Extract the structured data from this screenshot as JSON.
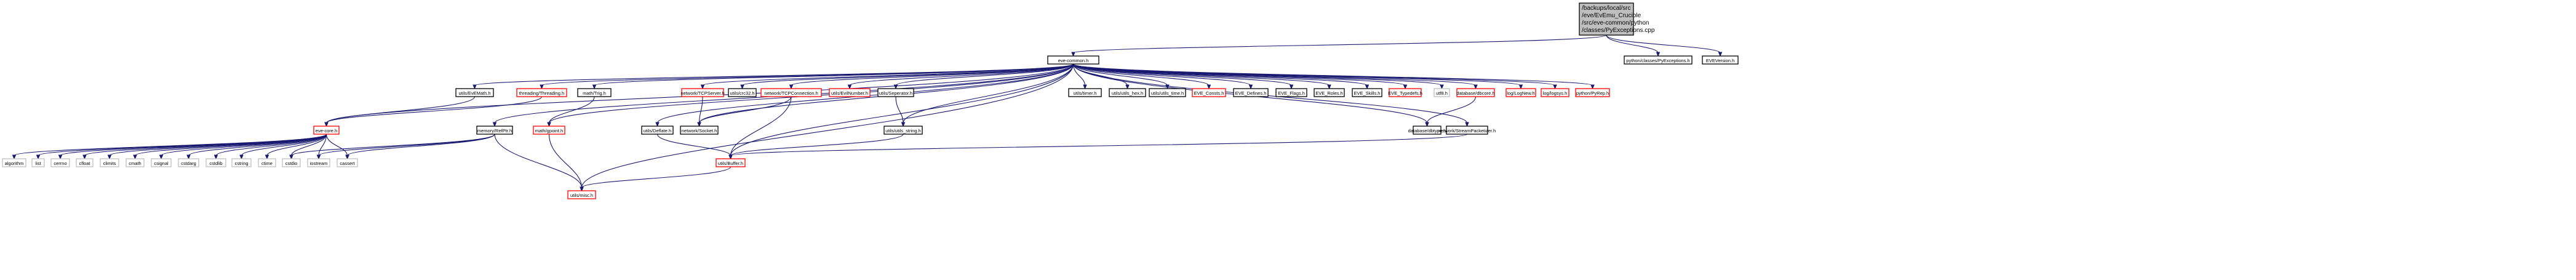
{
  "title": "Include dependency graph for PyExceptions.cpp",
  "colors": {
    "edge": "#191970",
    "root_fill": "#bfbfbf",
    "documented_border": "#000000",
    "incomplete_border": "#ff0000",
    "external_border": "#bfbfbf"
  },
  "nodes": [
    {
      "id": "root",
      "label": [
        "/backups/local/src",
        "/eve/EvEmu_Crucible",
        "/src/eve-common/python",
        "/classes/PyExceptions.cpp"
      ],
      "kind": "root"
    },
    {
      "id": "eve_common",
      "label": [
        "eve-common.h"
      ],
      "kind": "documented"
    },
    {
      "id": "pyexc_h",
      "label": [
        "python/classes/PyExceptions.h"
      ],
      "kind": "documented"
    },
    {
      "id": "eveversion",
      "label": [
        "EVEVersion.h"
      ],
      "kind": "documented"
    },
    {
      "id": "evemath",
      "label": [
        "utils/EvEMath.h"
      ],
      "kind": "documented"
    },
    {
      "id": "threading",
      "label": [
        "threading/Threading.h"
      ],
      "kind": "incomplete"
    },
    {
      "id": "trig",
      "label": [
        "math/Trig.h"
      ],
      "kind": "documented"
    },
    {
      "id": "tcpserver",
      "label": [
        "network/TCPServer.h"
      ],
      "kind": "incomplete"
    },
    {
      "id": "crc32",
      "label": [
        "utils/crc32.h"
      ],
      "kind": "documented"
    },
    {
      "id": "tcpconn",
      "label": [
        "network/TCPConnection.h"
      ],
      "kind": "incomplete"
    },
    {
      "id": "evilnumber",
      "label": [
        "utils/EvilNumber.h"
      ],
      "kind": "incomplete"
    },
    {
      "id": "seperator",
      "label": [
        "utils/Seperator.h"
      ],
      "kind": "documented"
    },
    {
      "id": "timer",
      "label": [
        "utils/timer.h"
      ],
      "kind": "documented"
    },
    {
      "id": "utils_hex",
      "label": [
        "utils/utils_hex.h"
      ],
      "kind": "documented"
    },
    {
      "id": "utils_time",
      "label": [
        "utils/utils_time.h"
      ],
      "kind": "documented"
    },
    {
      "id": "eve_consts",
      "label": [
        "EVE_Consts.h"
      ],
      "kind": "incomplete"
    },
    {
      "id": "eve_defines",
      "label": [
        "EVE_Defines.h"
      ],
      "kind": "documented"
    },
    {
      "id": "eve_flags",
      "label": [
        "EVE_Flags.h"
      ],
      "kind": "documented"
    },
    {
      "id": "eve_roles",
      "label": [
        "EVE_Roles.h"
      ],
      "kind": "documented"
    },
    {
      "id": "eve_skills",
      "label": [
        "EVE_Skills.h"
      ],
      "kind": "documented"
    },
    {
      "id": "eve_typedefs",
      "label": [
        "EVE_Typedefs.h"
      ],
      "kind": "incomplete"
    },
    {
      "id": "utf8",
      "label": [
        "utf8.h"
      ],
      "kind": "external"
    },
    {
      "id": "dbcore",
      "label": [
        "database/dbcore.h"
      ],
      "kind": "incomplete"
    },
    {
      "id": "lognew",
      "label": [
        "log/LogNew.h"
      ],
      "kind": "incomplete"
    },
    {
      "id": "logsys",
      "label": [
        "log/logsys.h"
      ],
      "kind": "incomplete"
    },
    {
      "id": "pyrep",
      "label": [
        "python/PyRep.h"
      ],
      "kind": "incomplete"
    },
    {
      "id": "eve_core",
      "label": [
        "eve-core.h"
      ],
      "kind": "incomplete"
    },
    {
      "id": "refptr",
      "label": [
        "memory/RefPtr.h"
      ],
      "kind": "documented"
    },
    {
      "id": "gpoint",
      "label": [
        "math/gpoint.h"
      ],
      "kind": "incomplete"
    },
    {
      "id": "deflate",
      "label": [
        "utils/Deflate.h"
      ],
      "kind": "documented"
    },
    {
      "id": "socket",
      "label": [
        "network/Socket.h"
      ],
      "kind": "documented"
    },
    {
      "id": "utils_string",
      "label": [
        "utils/utils_string.h"
      ],
      "kind": "documented"
    },
    {
      "id": "dbtype",
      "label": [
        "database/dbtype.h"
      ],
      "kind": "documented"
    },
    {
      "id": "streampkt",
      "label": [
        "network/StreamPacketizer.h"
      ],
      "kind": "documented"
    },
    {
      "id": "algorithm",
      "label": [
        "algorithm"
      ],
      "kind": "external"
    },
    {
      "id": "list",
      "label": [
        "list"
      ],
      "kind": "external"
    },
    {
      "id": "cerrno",
      "label": [
        "cerrno"
      ],
      "kind": "external"
    },
    {
      "id": "cfloat",
      "label": [
        "cfloat"
      ],
      "kind": "external"
    },
    {
      "id": "climits",
      "label": [
        "climits"
      ],
      "kind": "external"
    },
    {
      "id": "cmath",
      "label": [
        "cmath"
      ],
      "kind": "external"
    },
    {
      "id": "csignal",
      "label": [
        "csignal"
      ],
      "kind": "external"
    },
    {
      "id": "cstdarg",
      "label": [
        "cstdarg"
      ],
      "kind": "external"
    },
    {
      "id": "cstdlib",
      "label": [
        "cstdlib"
      ],
      "kind": "external"
    },
    {
      "id": "cstring",
      "label": [
        "cstring"
      ],
      "kind": "external"
    },
    {
      "id": "ctime",
      "label": [
        "ctime"
      ],
      "kind": "external"
    },
    {
      "id": "cstdio",
      "label": [
        "cstdio"
      ],
      "kind": "external"
    },
    {
      "id": "iostream",
      "label": [
        "iostream"
      ],
      "kind": "external"
    },
    {
      "id": "cassert",
      "label": [
        "cassert"
      ],
      "kind": "external"
    },
    {
      "id": "buffer",
      "label": [
        "utils/Buffer.h"
      ],
      "kind": "incomplete"
    },
    {
      "id": "misc",
      "label": [
        "utils/misc.h"
      ],
      "kind": "incomplete"
    }
  ],
  "edges": [
    [
      "root",
      "eve_common"
    ],
    [
      "root",
      "pyexc_h"
    ],
    [
      "root",
      "eveversion"
    ],
    [
      "eve_common",
      "eve_core"
    ],
    [
      "eve_common",
      "evemath"
    ],
    [
      "eve_common",
      "threading"
    ],
    [
      "eve_common",
      "refptr"
    ],
    [
      "eve_common",
      "trig"
    ],
    [
      "eve_common",
      "gpoint"
    ],
    [
      "eve_common",
      "misc"
    ],
    [
      "eve_common",
      "deflate"
    ],
    [
      "eve_common",
      "buffer"
    ],
    [
      "eve_common",
      "tcpserver"
    ],
    [
      "eve_common",
      "socket"
    ],
    [
      "eve_common",
      "crc32"
    ],
    [
      "eve_common",
      "tcpconn"
    ],
    [
      "eve_common",
      "evilnumber"
    ],
    [
      "eve_common",
      "seperator"
    ],
    [
      "eve_common",
      "utils_string"
    ],
    [
      "eve_common",
      "timer"
    ],
    [
      "eve_common",
      "utils_hex"
    ],
    [
      "eve_common",
      "utils_time"
    ],
    [
      "eve_common",
      "eve_consts"
    ],
    [
      "eve_common",
      "eve_defines"
    ],
    [
      "eve_common",
      "eve_flags"
    ],
    [
      "eve_common",
      "eve_roles"
    ],
    [
      "eve_common",
      "eve_skills"
    ],
    [
      "eve_common",
      "eve_typedefs"
    ],
    [
      "eve_common",
      "utf8"
    ],
    [
      "eve_common",
      "dbtype"
    ],
    [
      "eve_common",
      "dbcore"
    ],
    [
      "eve_common",
      "streampkt"
    ],
    [
      "eve_common",
      "lognew"
    ],
    [
      "eve_common",
      "logsys"
    ],
    [
      "eve_common",
      "pyrep"
    ],
    [
      "evemath",
      "eve_core"
    ],
    [
      "threading",
      "eve_core"
    ],
    [
      "trig",
      "gpoint"
    ],
    [
      "eve_core",
      "algorithm"
    ],
    [
      "eve_core",
      "list"
    ],
    [
      "eve_core",
      "cerrno"
    ],
    [
      "eve_core",
      "cfloat"
    ],
    [
      "eve_core",
      "climits"
    ],
    [
      "eve_core",
      "cmath"
    ],
    [
      "eve_core",
      "csignal"
    ],
    [
      "eve_core",
      "cstdarg"
    ],
    [
      "eve_core",
      "cstdlib"
    ],
    [
      "eve_core",
      "cstring"
    ],
    [
      "eve_core",
      "ctime"
    ],
    [
      "eve_core",
      "cstdio"
    ],
    [
      "eve_core",
      "iostream"
    ],
    [
      "eve_core",
      "cassert"
    ],
    [
      "refptr",
      "cstdio"
    ],
    [
      "refptr",
      "iostream"
    ],
    [
      "refptr",
      "cassert"
    ],
    [
      "refptr",
      "misc"
    ],
    [
      "gpoint",
      "misc"
    ],
    [
      "tcpserver",
      "socket"
    ],
    [
      "tcpconn",
      "socket"
    ],
    [
      "tcpconn",
      "buffer"
    ],
    [
      "deflate",
      "buffer"
    ],
    [
      "seperator",
      "utils_string"
    ],
    [
      "utils_string",
      "buffer"
    ],
    [
      "dbcore",
      "dbtype"
    ],
    [
      "streampkt",
      "buffer"
    ],
    [
      "buffer",
      "misc"
    ]
  ]
}
